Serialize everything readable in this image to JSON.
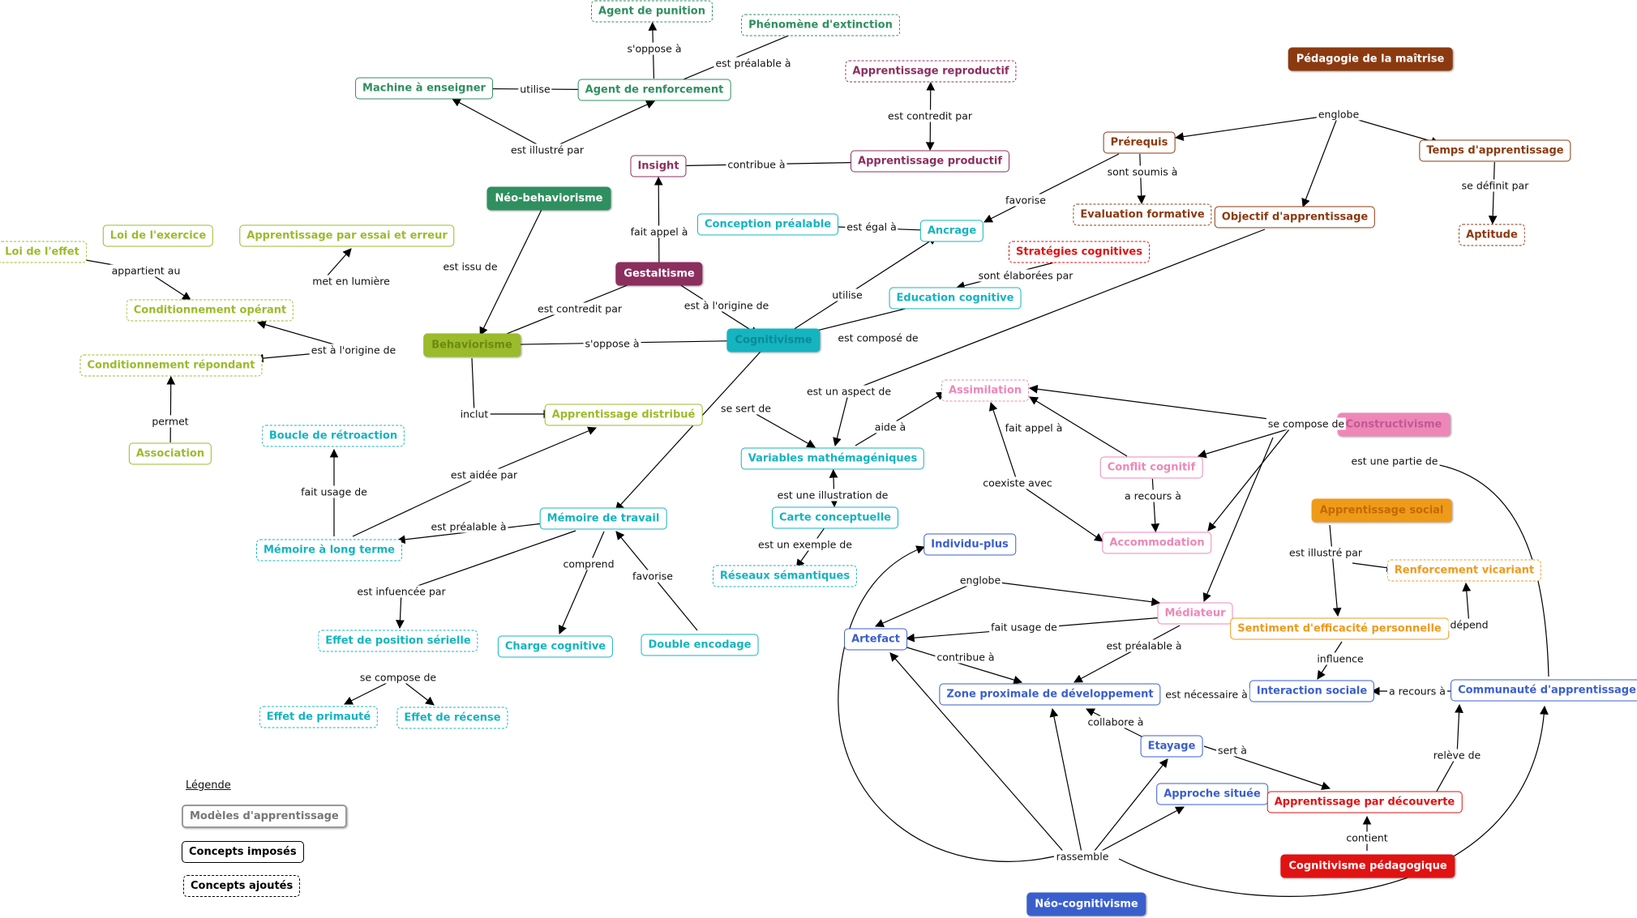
{
  "colors": {
    "behaviorism": "#9bbb2b",
    "neobehaviorism": "#2f8f5f",
    "gestalt": "#8b2f5f",
    "cognitivism": "#14b4c0",
    "mastery": "#8b3a10",
    "constructivism": "#ee87b8",
    "social": "#f09a1a",
    "neocognitivism": "#3a5fcd",
    "pedagogic": "#e01212"
  },
  "nodes": [
    {
      "id": "agent_punition",
      "label": "Agent de punition",
      "style": "dashed",
      "color": "neobehaviorism"
    },
    {
      "id": "phenomene",
      "label": "Phénomène d'extinction",
      "style": "dashed",
      "color": "neobehaviorism"
    },
    {
      "id": "machine",
      "label": "Machine à enseigner",
      "style": "solid",
      "color": "neobehaviorism"
    },
    {
      "id": "agent_renfo",
      "label": "Agent de renforcement",
      "style": "solid",
      "color": "neobehaviorism"
    },
    {
      "id": "neobeh",
      "label": "Néo-behaviorisme",
      "style": "filled",
      "color": "neobehaviorism"
    },
    {
      "id": "app_repro",
      "label": "Apprentissage reproductif",
      "style": "dashed",
      "color": "gestalt"
    },
    {
      "id": "insight",
      "label": "Insight",
      "style": "solid",
      "color": "gestalt"
    },
    {
      "id": "app_prod",
      "label": "Apprentissage productif",
      "style": "solid",
      "color": "gestalt"
    },
    {
      "id": "gestalt",
      "label": "Gestaltisme",
      "style": "filled",
      "color": "gestalt"
    },
    {
      "id": "loi_exercice",
      "label": "Loi de l'exercice",
      "style": "solid",
      "color": "behaviorism"
    },
    {
      "id": "loi_effet",
      "label": "Loi de l'effet",
      "style": "dashed",
      "color": "behaviorism"
    },
    {
      "id": "app_essai",
      "label": "Apprentissage par essai et erreur",
      "style": "solid",
      "color": "behaviorism"
    },
    {
      "id": "cond_op",
      "label": "Conditionnement opérant",
      "style": "dashed",
      "color": "behaviorism"
    },
    {
      "id": "cond_rep",
      "label": "Conditionnement répondant",
      "style": "dashed",
      "color": "behaviorism"
    },
    {
      "id": "behav",
      "label": "Behaviorisme",
      "style": "filled",
      "color": "behaviorism"
    },
    {
      "id": "association",
      "label": "Association",
      "style": "solid",
      "color": "behaviorism"
    },
    {
      "id": "app_distrib",
      "label": "Apprentissage distribué",
      "style": "solid",
      "color": "behaviorism"
    },
    {
      "id": "conception",
      "label": "Conception préalable",
      "style": "solid",
      "color": "cognitivism"
    },
    {
      "id": "ancrage",
      "label": "Ancrage",
      "style": "solid",
      "color": "cognitivism"
    },
    {
      "id": "education",
      "label": "Education cognitive",
      "style": "solid",
      "color": "cognitivism"
    },
    {
      "id": "cognitiv",
      "label": "Cognitivisme",
      "style": "filled",
      "color": "cognitivism"
    },
    {
      "id": "boucle",
      "label": "Boucle de rétroaction",
      "style": "dashed",
      "color": "cognitivism"
    },
    {
      "id": "variables",
      "label": "Variables mathémagéniques",
      "style": "solid",
      "color": "cognitivism"
    },
    {
      "id": "memoire_travail",
      "label": "Mémoire de travail",
      "style": "solid",
      "color": "cognitivism"
    },
    {
      "id": "memoire_lt",
      "label": "Mémoire à long terme",
      "style": "dashed",
      "color": "cognitivism"
    },
    {
      "id": "carte",
      "label": "Carte conceptuelle",
      "style": "solid",
      "color": "cognitivism"
    },
    {
      "id": "reseaux",
      "label": "Réseaux sémantiques",
      "style": "dashed",
      "color": "cognitivism"
    },
    {
      "id": "effet_pos",
      "label": "Effet de position sérielle",
      "style": "dashed",
      "color": "cognitivism"
    },
    {
      "id": "charge",
      "label": "Charge cognitive",
      "style": "solid",
      "color": "cognitivism"
    },
    {
      "id": "double",
      "label": "Double encodage",
      "style": "solid",
      "color": "cognitivism"
    },
    {
      "id": "effet_prim",
      "label": "Effet de primauté",
      "style": "dashed",
      "color": "cognitivism"
    },
    {
      "id": "effet_rec",
      "label": "Effet de récense",
      "style": "dashed",
      "color": "cognitivism"
    },
    {
      "id": "pedagogie",
      "label": "Pédagogie de la maîtrise",
      "style": "filled",
      "color": "mastery"
    },
    {
      "id": "prerequis",
      "label": "Prérequis",
      "style": "solid",
      "color": "mastery"
    },
    {
      "id": "temps",
      "label": "Temps d'apprentissage",
      "style": "solid",
      "color": "mastery"
    },
    {
      "id": "evaluation",
      "label": "Evaluation formative",
      "style": "dashed",
      "color": "mastery"
    },
    {
      "id": "objectif",
      "label": "Objectif d'apprentissage",
      "style": "solid",
      "color": "mastery"
    },
    {
      "id": "aptitude",
      "label": "Aptitude",
      "style": "dashed",
      "color": "mastery"
    },
    {
      "id": "strategies",
      "label": "Stratégies cognitives",
      "style": "dashed",
      "color": "pedagogic"
    },
    {
      "id": "assimilation",
      "label": "Assimilation",
      "style": "dashed",
      "color": "constructivism"
    },
    {
      "id": "construct",
      "label": "Constructivisme",
      "style": "filled",
      "color": "constructivism"
    },
    {
      "id": "conflit",
      "label": "Conflit cognitif",
      "style": "solid",
      "color": "constructivism"
    },
    {
      "id": "accommodation",
      "label": "Accommodation",
      "style": "solid",
      "color": "constructivism"
    },
    {
      "id": "mediateur",
      "label": "Médiateur",
      "style": "solid",
      "color": "constructivism"
    },
    {
      "id": "app_social",
      "label": "Apprentissage social",
      "style": "filled",
      "color": "social"
    },
    {
      "id": "renfo_vic",
      "label": "Renforcement vicariant",
      "style": "dashed",
      "color": "social"
    },
    {
      "id": "sentiment",
      "label": "Sentiment d'efficacité personnelle",
      "style": "solid",
      "color": "social"
    },
    {
      "id": "individu",
      "label": "Individu-plus",
      "style": "solid",
      "color": "neocognitivism"
    },
    {
      "id": "artefact",
      "label": "Artefact",
      "style": "solid",
      "color": "neocognitivism"
    },
    {
      "id": "zpd",
      "label": "Zone proximale de développement",
      "style": "solid",
      "color": "neocognitivism"
    },
    {
      "id": "interaction",
      "label": "Interaction sociale",
      "style": "solid",
      "color": "neocognitivism"
    },
    {
      "id": "communaute",
      "label": "Communauté d'apprentissage",
      "style": "solid",
      "color": "neocognitivism"
    },
    {
      "id": "etayage",
      "label": "Etayage",
      "style": "solid",
      "color": "neocognitivism"
    },
    {
      "id": "approche",
      "label": "Approche située",
      "style": "solid",
      "color": "neocognitivism"
    },
    {
      "id": "app_decouverte",
      "label": "Apprentissage par découverte",
      "style": "solid",
      "color": "pedagogic"
    },
    {
      "id": "cog_peda",
      "label": "Cognitivisme pédagogique",
      "style": "filled",
      "color": "pedagogic"
    },
    {
      "id": "neocog",
      "label": "Néo-cognitivisme",
      "style": "filled",
      "color": "neocognitivism"
    }
  ],
  "links": [
    {
      "label": "s'oppose à"
    },
    {
      "label": "est préalable à"
    },
    {
      "label": "utilise"
    },
    {
      "label": "est illustré par"
    },
    {
      "label": "est contredit par"
    },
    {
      "label": "contribue à"
    },
    {
      "label": "fait appel à"
    },
    {
      "label": "est égal à"
    },
    {
      "label": "appartient au"
    },
    {
      "label": "met en lumière"
    },
    {
      "label": "est issu de"
    },
    {
      "label": "est contredit par"
    },
    {
      "label": "est à l'origine de"
    },
    {
      "label": "utilise"
    },
    {
      "label": "est à l'origine de"
    },
    {
      "label": "s'oppose à"
    },
    {
      "label": "est composé de"
    },
    {
      "label": "permet"
    },
    {
      "label": "inclut"
    },
    {
      "label": "englobe"
    },
    {
      "label": "sont soumis à"
    },
    {
      "label": "favorise"
    },
    {
      "label": "se définit par"
    },
    {
      "label": "sont élaborées par"
    },
    {
      "label": "est un aspect de"
    },
    {
      "label": "se sert de"
    },
    {
      "label": "aide à"
    },
    {
      "label": "se compose de"
    },
    {
      "label": "fait appel à"
    },
    {
      "label": "coexiste avec"
    },
    {
      "label": "a recours à"
    },
    {
      "label": "est une partie de"
    },
    {
      "label": "fait usage de"
    },
    {
      "label": "est aidée par"
    },
    {
      "label": "est préalable à"
    },
    {
      "label": "est une illustration de"
    },
    {
      "label": "est un exemple de"
    },
    {
      "label": "comprend"
    },
    {
      "label": "favorise"
    },
    {
      "label": "est infuencée par"
    },
    {
      "label": "se compose de"
    },
    {
      "label": "est illustré par"
    },
    {
      "label": "englobe"
    },
    {
      "label": "fait usage de"
    },
    {
      "label": "est préalable à"
    },
    {
      "label": "dépend"
    },
    {
      "label": "contribue à"
    },
    {
      "label": "influence"
    },
    {
      "label": "est nécessaire à"
    },
    {
      "label": "a recours à"
    },
    {
      "label": "collabore à"
    },
    {
      "label": "sert à"
    },
    {
      "label": "relève de"
    },
    {
      "label": "contient"
    },
    {
      "label": "rassemble"
    }
  ],
  "legend": {
    "title": "Légende",
    "items": [
      {
        "label": "Modèles d'apprentissage",
        "style": "model"
      },
      {
        "label": "Concepts imposés",
        "style": "solid"
      },
      {
        "label": "Concepts ajoutés",
        "style": "dashed"
      }
    ]
  }
}
